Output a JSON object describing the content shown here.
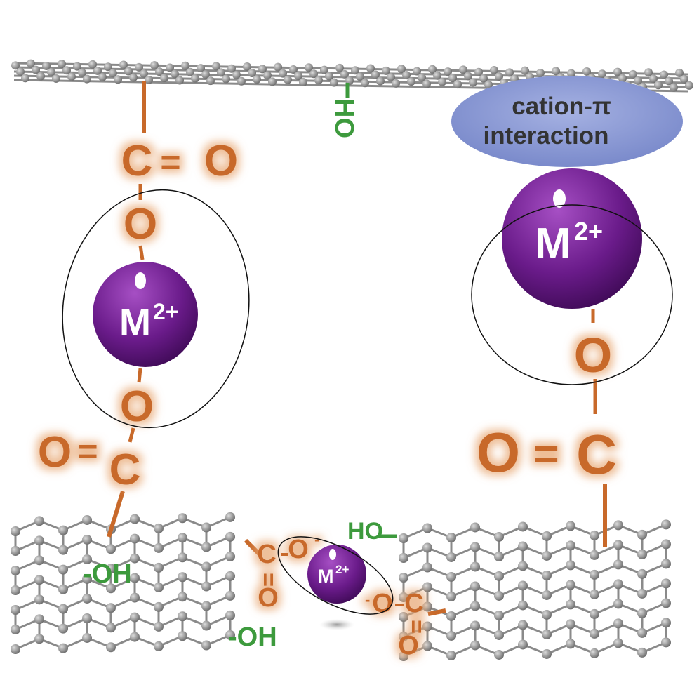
{
  "title_bubble": {
    "line1": "cation-π",
    "line2": "interaction"
  },
  "metal_ion": {
    "symbol": "M",
    "charge": "2+"
  },
  "labels": {
    "carbon": "C",
    "oxygen": "O",
    "anion_charge": "-",
    "hydroxyl": "OH",
    "hydroxyl_rev": "HO",
    "hydroxyl_dash": "-OH"
  },
  "colors": {
    "carboxyl": "#c8692a",
    "hydroxyl": "#3d9a3d",
    "metal": "#6a1b8a",
    "bubble": "#8c9bd6",
    "graphene": "#8a8a8a"
  }
}
